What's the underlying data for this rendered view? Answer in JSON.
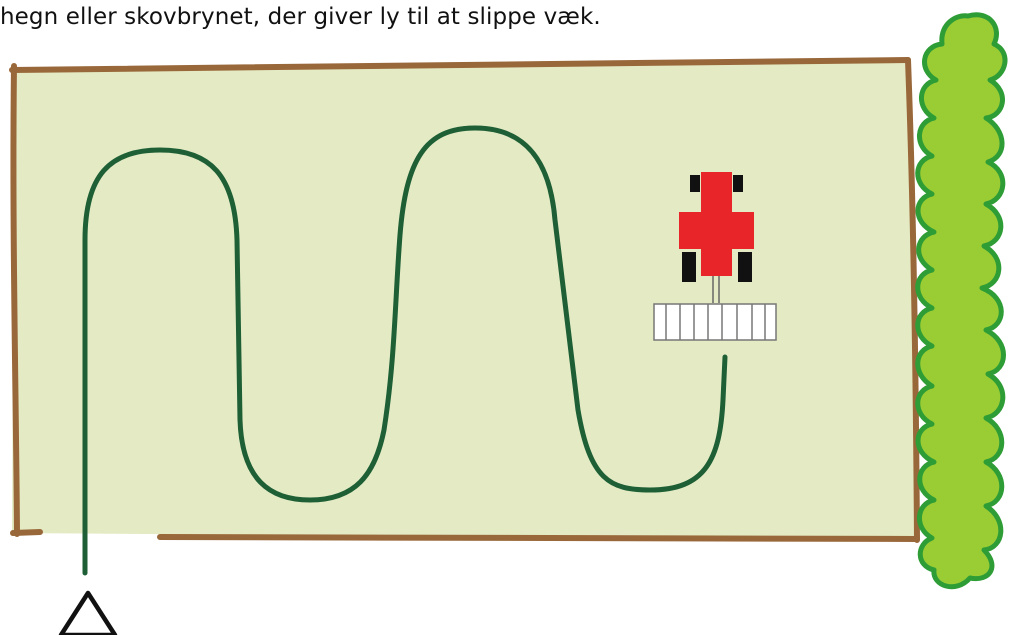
{
  "caption": "hegn eller skovbrynet, der giver ly til at slippe væk.",
  "colors": {
    "field_fill": "#e4ebc4",
    "field_border": "#99683a",
    "path": "#1e5f36",
    "tractor_body": "#e8262a",
    "tractor_wheels": "#111111",
    "implement": "#777777",
    "hedge_fill": "#9acc34",
    "hedge_outline": "#2e9d36",
    "exit_marker": "#111111"
  },
  "icons": {
    "tractor": "tractor-icon",
    "implement": "mower-implement",
    "hedge": "hedge-bush",
    "exit": "triangle-marker-icon"
  }
}
